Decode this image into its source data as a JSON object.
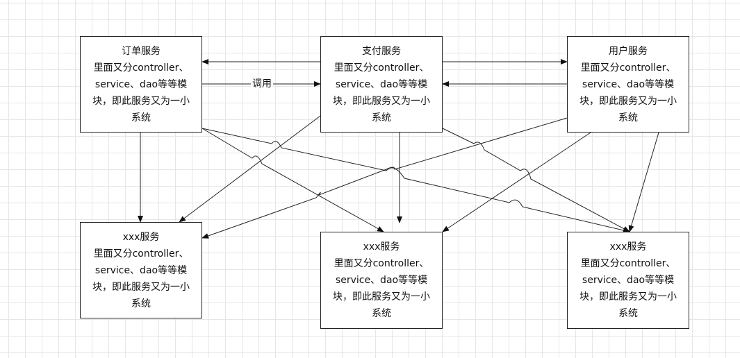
{
  "diagram": {
    "nodes": [
      {
        "id": "order",
        "lines": [
          "订单服务",
          "里面又分controller、",
          "service、dao等等模",
          "块，即此服务又为一小",
          "系统"
        ]
      },
      {
        "id": "pay",
        "lines": [
          "支付服务",
          "里面又分controller、",
          "service、dao等等模",
          "块，即此服务又为一小",
          "系统"
        ]
      },
      {
        "id": "user",
        "lines": [
          "用户服务",
          "里面又分controller、",
          "service、dao等等模",
          "块，即此服务又为一小",
          "系统"
        ]
      },
      {
        "id": "xxx1",
        "lines": [
          "xxx服务",
          "里面又分controller、",
          "service、dao等等模",
          "块，即此服务又为一小",
          "系统"
        ]
      },
      {
        "id": "xxx2",
        "lines": [
          "xxx服务",
          "里面又分controller、",
          "service、dao等等模",
          "块，即此服务又为一小",
          "系统"
        ]
      },
      {
        "id": "xxx3",
        "lines": [
          "xxx服务",
          "里面又分controller、",
          "service、dao等等模",
          "块，即此服务又为一小",
          "系统"
        ]
      }
    ],
    "edges": [
      {
        "from": "pay",
        "to": "order",
        "label": ""
      },
      {
        "from": "order",
        "to": "pay",
        "label": "调用"
      },
      {
        "from": "pay",
        "to": "user",
        "label": ""
      },
      {
        "from": "user",
        "to": "pay",
        "label": ""
      },
      {
        "from": "order",
        "to": "xxx1",
        "label": ""
      },
      {
        "from": "order",
        "to": "xxx2",
        "label": ""
      },
      {
        "from": "order",
        "to": "xxx3",
        "label": ""
      },
      {
        "from": "pay",
        "to": "xxx1",
        "label": ""
      },
      {
        "from": "pay",
        "to": "xxx2",
        "label": ""
      },
      {
        "from": "pay",
        "to": "xxx3",
        "label": ""
      },
      {
        "from": "user",
        "to": "xxx1",
        "label": ""
      },
      {
        "from": "user",
        "to": "xxx2",
        "label": ""
      },
      {
        "from": "user",
        "to": "xxx3",
        "label": ""
      }
    ],
    "call_label": "调用"
  }
}
